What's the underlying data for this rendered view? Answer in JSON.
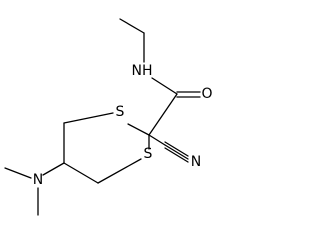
{
  "molecule": {
    "atoms": {
      "S_top": "S",
      "S_bottom": "S",
      "N_amide": "NH",
      "O_carbonyl": "O",
      "N_nitrile": "N",
      "N_amine": "N"
    }
  }
}
